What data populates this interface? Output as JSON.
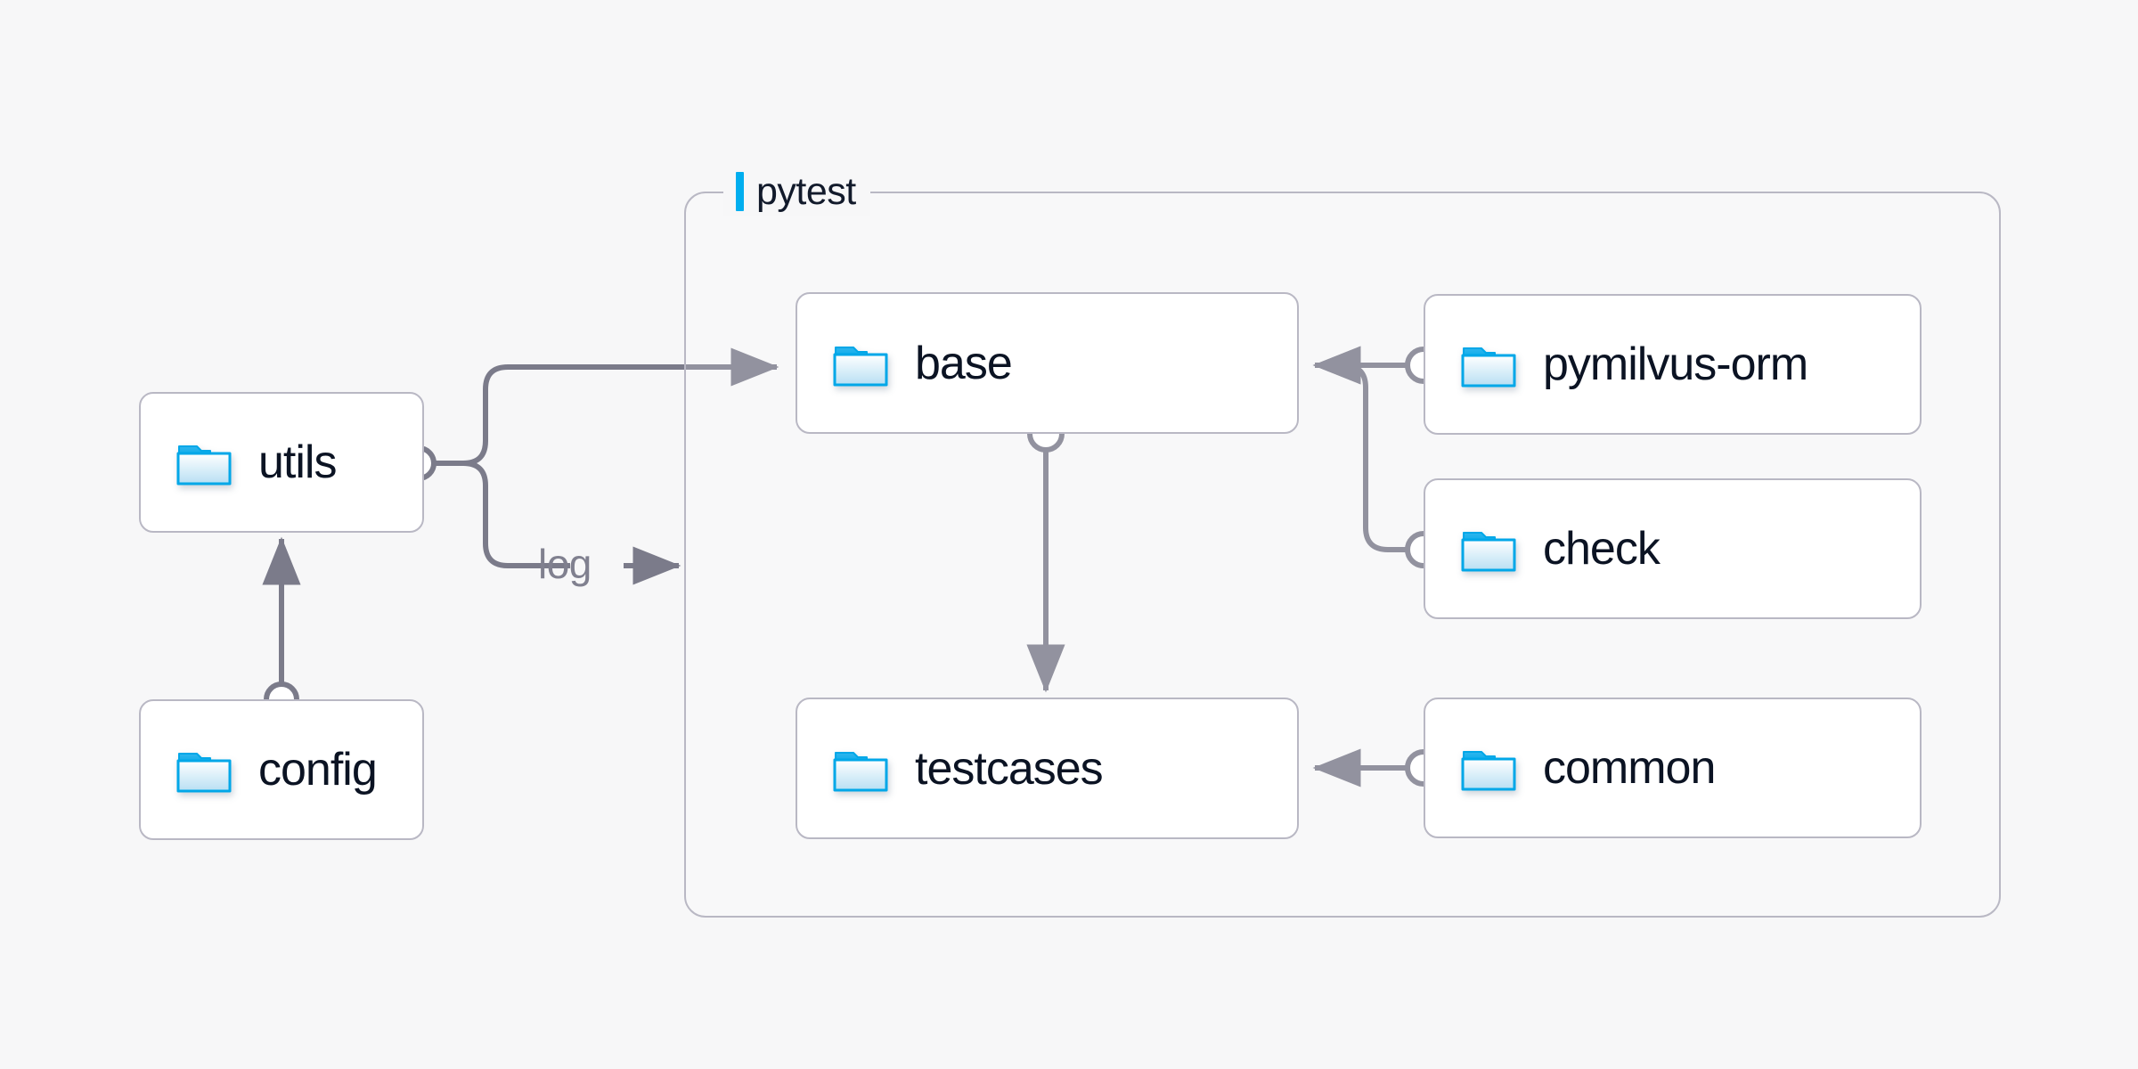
{
  "diagram": {
    "title_visible": false,
    "background_color": "#f7f7f8",
    "accent_color": "#00AEEF",
    "node_border_color": "#b9b8c4",
    "edge_color": "#7b7b8a",
    "label_color": "#0b1323"
  },
  "group": {
    "label": "pytest",
    "accent_color": "#00AEEF"
  },
  "nodes": [
    {
      "id": "utils",
      "label": "utils",
      "icon": "folder-icon",
      "group": "none"
    },
    {
      "id": "config",
      "label": "config",
      "icon": "folder-icon",
      "group": "none"
    },
    {
      "id": "base",
      "label": "base",
      "icon": "folder-icon",
      "group": "pytest"
    },
    {
      "id": "testcases",
      "label": "testcases",
      "icon": "folder-icon",
      "group": "pytest"
    },
    {
      "id": "pymilvus-orm",
      "label": "pymilvus-orm",
      "icon": "folder-icon",
      "group": "pytest"
    },
    {
      "id": "check",
      "label": "check",
      "icon": "folder-icon",
      "group": "pytest"
    },
    {
      "id": "common",
      "label": "common",
      "icon": "folder-icon",
      "group": "pytest"
    }
  ],
  "edges": [
    {
      "from": "config",
      "to": "utils",
      "label": "",
      "direction": "up"
    },
    {
      "from": "utils",
      "to": "base",
      "label": "",
      "direction": "right"
    },
    {
      "from": "utils",
      "to": "pytest",
      "label": "log",
      "direction": "right"
    },
    {
      "from": "base",
      "to": "testcases",
      "label": "",
      "direction": "down"
    },
    {
      "from": "pymilvus-orm",
      "to": "base",
      "label": "",
      "direction": "left"
    },
    {
      "from": "check",
      "to": "base",
      "label": "",
      "direction": "left"
    },
    {
      "from": "common",
      "to": "testcases",
      "label": "",
      "direction": "left"
    }
  ],
  "edge_labels": {
    "log": "log"
  }
}
